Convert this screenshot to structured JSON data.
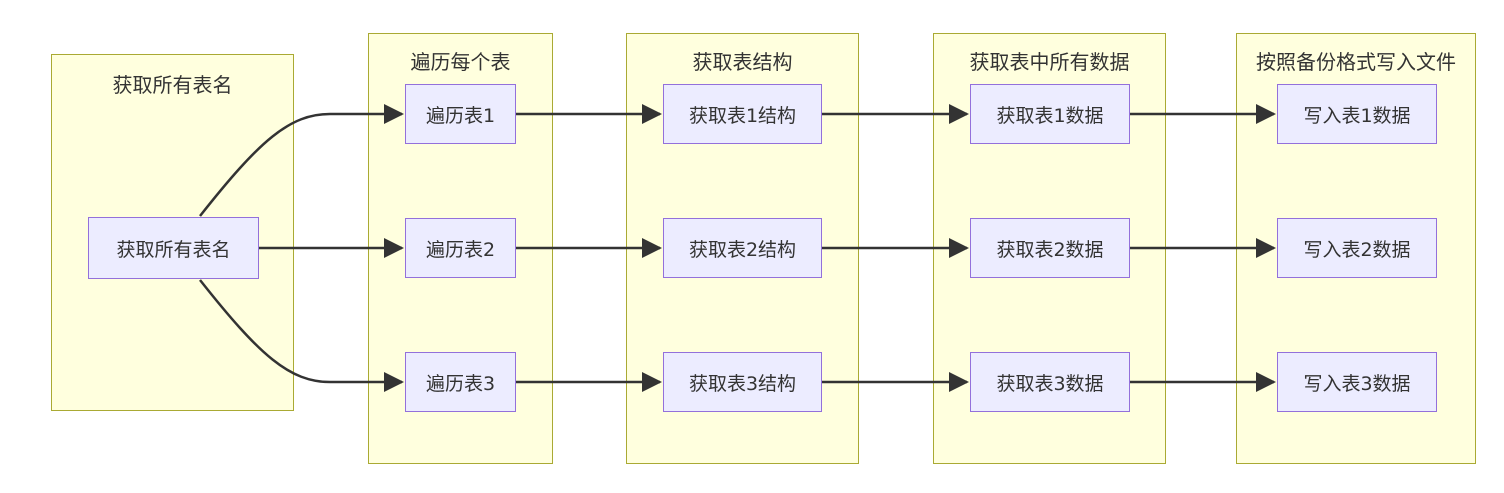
{
  "diagram": {
    "clusters": [
      {
        "id": "c0",
        "title": "获取所有表名"
      },
      {
        "id": "c1",
        "title": "遍历每个表"
      },
      {
        "id": "c2",
        "title": "获取表结构"
      },
      {
        "id": "c3",
        "title": "获取表中所有数据"
      },
      {
        "id": "c4",
        "title": "按照备份格式写入文件"
      }
    ],
    "nodes": {
      "get_all": "获取所有表名",
      "iter1": "遍历表1",
      "iter2": "遍历表2",
      "iter3": "遍历表3",
      "struct1": "获取表1结构",
      "struct2": "获取表2结构",
      "struct3": "获取表3结构",
      "data1": "获取表1数据",
      "data2": "获取表2数据",
      "data3": "获取表3数据",
      "write1": "写入表1数据",
      "write2": "写入表2数据",
      "write3": "写入表3数据"
    },
    "edges": [
      [
        "get_all",
        "iter1"
      ],
      [
        "get_all",
        "iter2"
      ],
      [
        "get_all",
        "iter3"
      ],
      [
        "iter1",
        "struct1"
      ],
      [
        "iter2",
        "struct2"
      ],
      [
        "iter3",
        "struct3"
      ],
      [
        "struct1",
        "data1"
      ],
      [
        "struct2",
        "data2"
      ],
      [
        "struct3",
        "data3"
      ],
      [
        "data1",
        "write1"
      ],
      [
        "data2",
        "write2"
      ],
      [
        "data3",
        "write3"
      ]
    ],
    "colors": {
      "cluster_fill": "#ffffde",
      "cluster_border": "#aaaa33",
      "node_fill": "#ececff",
      "node_border": "#9370db",
      "edge": "#333333",
      "text": "#333333"
    }
  }
}
